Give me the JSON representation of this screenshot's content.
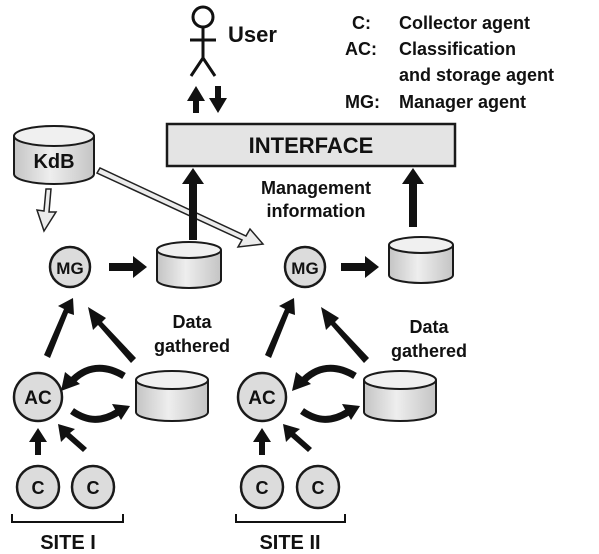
{
  "user": {
    "label": "User"
  },
  "legend": [
    {
      "key": "C:",
      "lines": [
        "Collector agent"
      ]
    },
    {
      "key": "AC:",
      "lines": [
        "Classification",
        "and storage agent"
      ]
    },
    {
      "key": "MG:",
      "lines": [
        "Manager agent"
      ]
    }
  ],
  "interface": {
    "label": "INTERFACE"
  },
  "kdb": {
    "label": "KdB"
  },
  "management_info": {
    "line1": "Management",
    "line2": "information"
  },
  "site1": {
    "name": "SITE I",
    "manager": "MG",
    "classifier": "AC",
    "collector_1": "C",
    "collector_2": "C",
    "data_line1": "Data",
    "data_line2": "gathered"
  },
  "site2": {
    "name": "SITE II",
    "manager": "MG",
    "classifier": "AC",
    "collector_1": "C",
    "collector_2": "C",
    "data_line1": "Data",
    "data_line2": "gathered"
  },
  "colors": {
    "fill": "#dcdcdc",
    "stroke": "#1a1a1a",
    "hollow_arrow": "#e6e6e6"
  }
}
